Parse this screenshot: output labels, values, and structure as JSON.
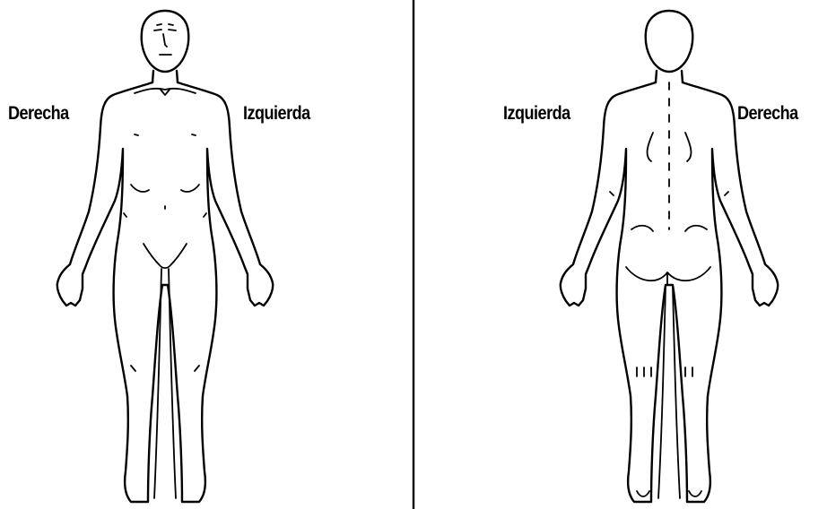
{
  "labels": {
    "front_right": "Derecha",
    "front_left": "Izquierda",
    "back_left": "Izquierda",
    "back_right": "Derecha"
  },
  "colors": {
    "ink": "#000000",
    "background": "#ffffff"
  }
}
